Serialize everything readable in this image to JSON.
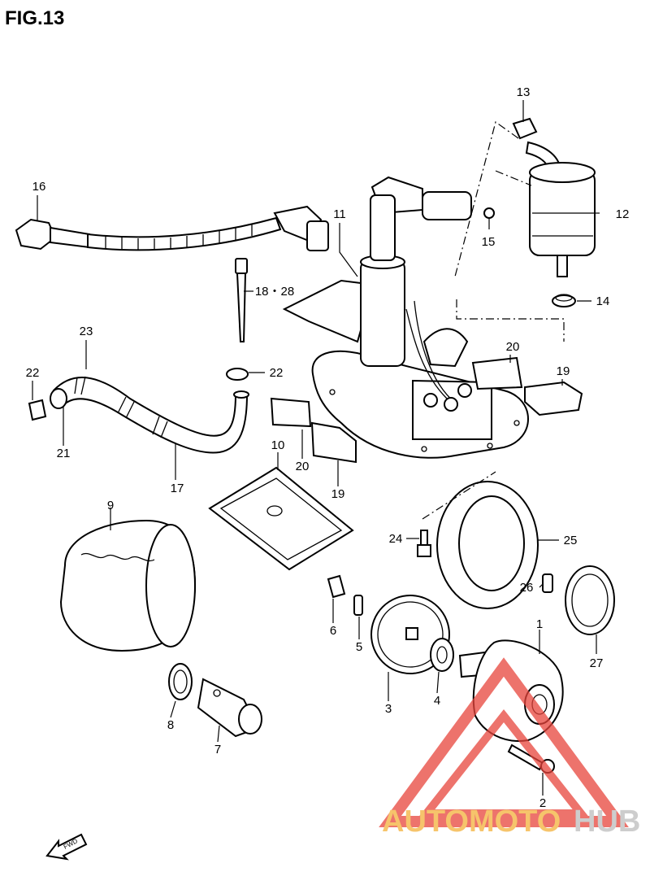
{
  "figure": {
    "title": "FIG.13"
  },
  "callouts": [
    {
      "id": "1",
      "label": "1"
    },
    {
      "id": "2",
      "label": "2"
    },
    {
      "id": "3",
      "label": "3"
    },
    {
      "id": "4",
      "label": "4"
    },
    {
      "id": "5",
      "label": "5"
    },
    {
      "id": "6",
      "label": "6"
    },
    {
      "id": "7",
      "label": "7"
    },
    {
      "id": "8",
      "label": "8"
    },
    {
      "id": "9",
      "label": "9"
    },
    {
      "id": "10",
      "label": "10"
    },
    {
      "id": "11",
      "label": "11"
    },
    {
      "id": "12",
      "label": "12"
    },
    {
      "id": "13",
      "label": "13"
    },
    {
      "id": "14",
      "label": "14"
    },
    {
      "id": "15",
      "label": "15"
    },
    {
      "id": "16",
      "label": "16"
    },
    {
      "id": "17",
      "label": "17"
    },
    {
      "id": "18-28",
      "label": "18・28"
    },
    {
      "id": "19a",
      "label": "19"
    },
    {
      "id": "19b",
      "label": "19"
    },
    {
      "id": "20a",
      "label": "20"
    },
    {
      "id": "20b",
      "label": "20"
    },
    {
      "id": "21",
      "label": "21"
    },
    {
      "id": "22a",
      "label": "22"
    },
    {
      "id": "22b",
      "label": "22"
    },
    {
      "id": "23",
      "label": "23"
    },
    {
      "id": "24",
      "label": "24"
    },
    {
      "id": "25",
      "label": "25"
    },
    {
      "id": "26",
      "label": "26"
    },
    {
      "id": "27",
      "label": "27"
    }
  ],
  "fwd_arrow": {
    "label": "FWD"
  },
  "watermark": {
    "part1": "AUTOMOTO",
    "part2": "HUB",
    "color1": "#f3b13a",
    "color2": "#bdbdbd",
    "triangle_color": "#e8453c"
  }
}
